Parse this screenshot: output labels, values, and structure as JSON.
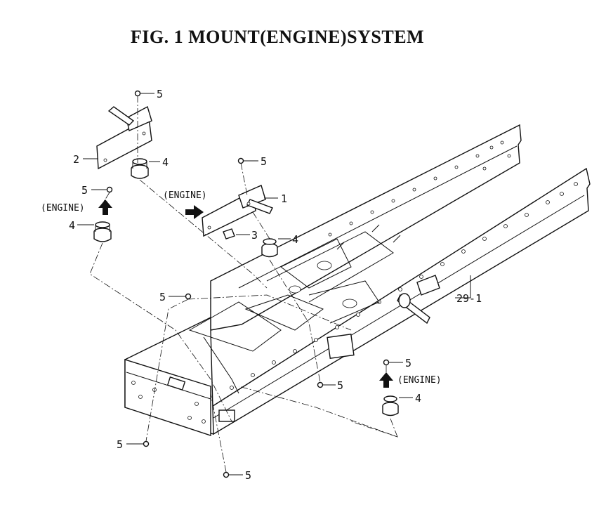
{
  "title": "FIG. 1  MOUNT(ENGINE)SYSTEM",
  "callouts": {
    "c1": "1",
    "c2": "2",
    "c3": "3",
    "c4a": "4",
    "c4b": "4",
    "c4c": "4",
    "c4d": "4",
    "c5a": "5",
    "c5b": "5",
    "c5c": "5",
    "c5d": "5",
    "c5e": "5",
    "c5f": "5",
    "c5g": "5",
    "c5h": "5",
    "c29": "29-1"
  },
  "engine_labels": {
    "left": "(ENGINE)",
    "center": "(ENGINE)",
    "right": "(ENGINE)"
  }
}
